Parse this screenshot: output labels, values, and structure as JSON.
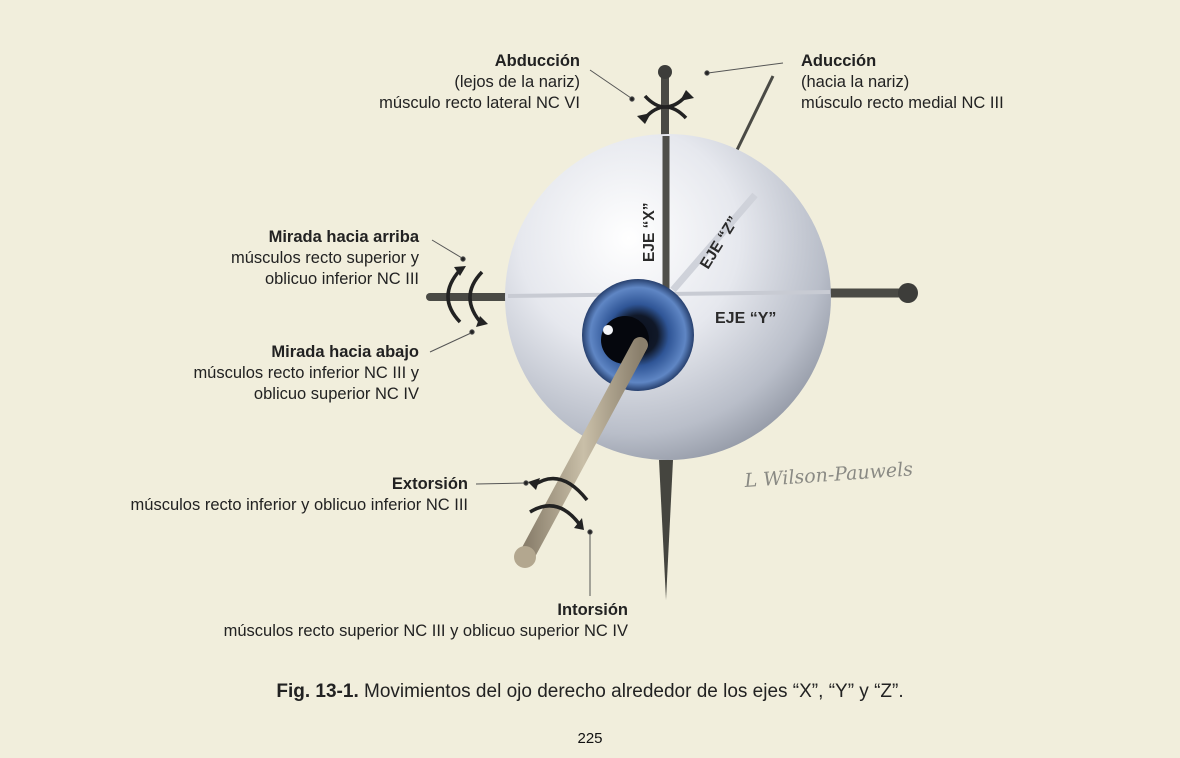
{
  "labels": {
    "abduccion": {
      "title": "Abducción",
      "sub": "(lejos de la nariz)",
      "muscle": "músculo recto lateral NC VI"
    },
    "aduccion": {
      "title": "Aducción",
      "sub": "(hacia la nariz)",
      "muscle": "músculo recto medial NC III"
    },
    "mirada_arriba": {
      "title": "Mirada hacia arriba",
      "line1": "músculos recto superior y",
      "line2": "oblicuo inferior NC III"
    },
    "mirada_abajo": {
      "title": "Mirada hacia abajo",
      "line1": "músculos recto inferior NC III y",
      "line2": "oblicuo superior NC IV"
    },
    "extorsion": {
      "title": "Extorsión",
      "line1": "músculos recto inferior y oblicuo inferior NC III"
    },
    "intorsion": {
      "title": "Intorsión",
      "line1": "músculos recto superior  NC III y oblicuo superior  NC IV"
    }
  },
  "axes": {
    "x": "EJE “X”",
    "y": "EJE “Y”",
    "z": "EJE “Z”"
  },
  "signature": "L Wilson-Pauwels",
  "caption": {
    "fig": "Fig. 13-1.",
    "text": " Movimientos del ojo derecho alrededor de los ejes “X”, “Y” y “Z”."
  },
  "page_number": "225",
  "colors": {
    "background": "#f1eedc",
    "axis": "#4a4a45",
    "iris": "#3a64a8"
  }
}
